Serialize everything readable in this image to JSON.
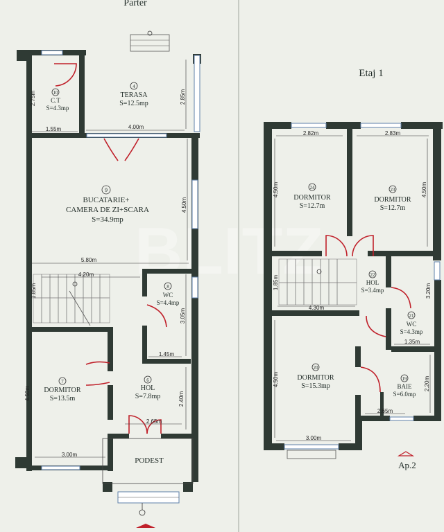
{
  "ground_floor": {
    "title": "Parter",
    "rooms": [
      {
        "num": "10",
        "name": "C.T",
        "area": "S=4.3mp"
      },
      {
        "num": "4",
        "name": "TERASA",
        "area": "S=12.5mp"
      },
      {
        "num": "9",
        "name": "BUCATARIE+",
        "name2": "CAMERA DE ZI+SCARA",
        "area": "S=34.9mp"
      },
      {
        "num": "8",
        "name": "WC",
        "area": "S=4.4mp"
      },
      {
        "num": "7",
        "name": "DORMITOR",
        "area": "S=13.5m"
      },
      {
        "num": "6",
        "name": "HOL",
        "area": "S=7.8mp"
      },
      {
        "name": "PODEST"
      }
    ],
    "dims": [
      "2.75m",
      "1.55m",
      "4.00m",
      "2.85m",
      "5.80m",
      "4.50m",
      "4.20m",
      "1.85m",
      "1.45m",
      "3.05m",
      "4.50m",
      "3.00m",
      "2.65m",
      "2.40m"
    ]
  },
  "upper_floor": {
    "title": "Etaj 1",
    "rooms": [
      {
        "num": "24",
        "name": "DORMITOR",
        "area": "S=12.7m"
      },
      {
        "num": "23",
        "name": "DORMITOR",
        "area": "S=12.7m"
      },
      {
        "num": "22",
        "name": "HOL",
        "area": "S=3.4mp"
      },
      {
        "num": "21",
        "name": "WC",
        "area": "S=4.3mp"
      },
      {
        "num": "20",
        "name": "DORMITOR",
        "area": "S=15.3mp"
      },
      {
        "num": "19",
        "name": "BAIE",
        "area": "S=6.0mp"
      }
    ],
    "dims": [
      "2.82m",
      "2.83m",
      "4.50m",
      "4.50m",
      "1.85m",
      "4.30m",
      "3.20m",
      "1.35m",
      "4.50m",
      "2.20m",
      "2.65m",
      "3.00m"
    ]
  },
  "unit_label": "Ap.2",
  "watermark": "BLITZ",
  "colors": {
    "wall": "#2f3a34",
    "door": "#c0202a",
    "window": "#5d7fa8",
    "paper": "#eef0ea"
  }
}
